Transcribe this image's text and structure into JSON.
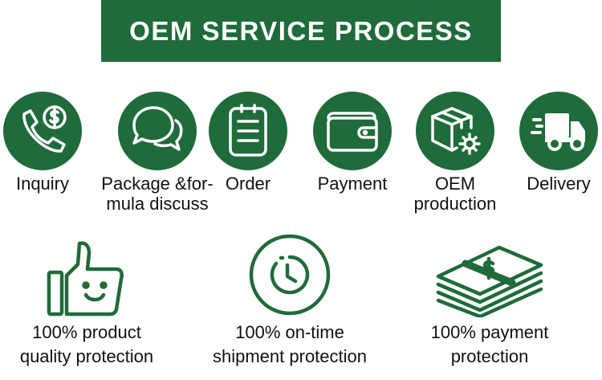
{
  "title": "OEM SERVICE PROCESS",
  "colors": {
    "brand_green": "#1f6b3a",
    "icon_line": "#ffffff"
  },
  "steps": [
    {
      "icon": "phone-dollar-icon",
      "label": "Inquiry"
    },
    {
      "icon": "chat-bubbles-icon",
      "label_line1": "Package &for-",
      "label_line2": "mula discuss"
    },
    {
      "icon": "clipboard-icon",
      "label": "Order"
    },
    {
      "icon": "wallet-icon",
      "label": "Payment"
    },
    {
      "icon": "box-gear-icon",
      "label_line1": "OEM",
      "label_line2": "production"
    },
    {
      "icon": "truck-icon",
      "label": "Delivery"
    }
  ],
  "guarantees": [
    {
      "icon": "thumbs-up-smile-icon",
      "line1": "100% product",
      "line2": "quality protection"
    },
    {
      "icon": "clock-icon",
      "line1": "100% on-time",
      "line2": "shipment protection"
    },
    {
      "icon": "money-stack-icon",
      "line1": "100% payment",
      "line2": "protection"
    }
  ]
}
